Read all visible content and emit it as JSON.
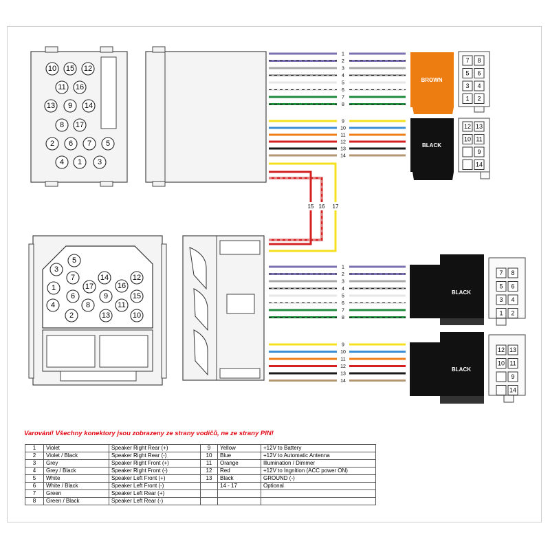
{
  "warning": "Varování! Všechny konektory jsou zobrazeny ze strany vodičů, ne ze strany PIN!",
  "colors": {
    "violet": "#7b6fb0",
    "grey": "#a8a8a8",
    "white": "#e6e6e6",
    "green": "#1e8a3c",
    "yellow": "#f5e020",
    "blue": "#3a8fd6",
    "orange": "#f07d16",
    "red": "#d42020",
    "black": "#1a1a1a",
    "tan": "#b59673",
    "brown_plug": "#ee7d11",
    "black_plug": "#111111"
  },
  "upper_wires_a": [
    "1",
    "2",
    "3",
    "4",
    "5",
    "6",
    "7",
    "8"
  ],
  "upper_wires_b": [
    "9",
    "10",
    "11",
    "12",
    "13",
    "14"
  ],
  "mid_wires": [
    "15",
    "16",
    "17"
  ],
  "lower_wires_a": [
    "1",
    "2",
    "3",
    "4",
    "5",
    "6",
    "7",
    "8"
  ],
  "lower_wires_b": [
    "9",
    "10",
    "11",
    "12",
    "13",
    "14"
  ],
  "plugs": {
    "brown": "BROWN",
    "black_top": "BLACK",
    "black_low_a": "BLACK",
    "black_low_b": "BLACK"
  },
  "iso_pins_a": [
    "7",
    "8",
    "5",
    "6",
    "3",
    "4",
    "1",
    "2"
  ],
  "iso_pins_b": [
    "12",
    "13",
    "10",
    "11",
    "",
    "9",
    "",
    "14"
  ],
  "quad_upper": [
    "10",
    "15",
    "12",
    "11",
    "16",
    "13",
    "9",
    "14",
    "8",
    "17",
    "2",
    "6",
    "7",
    "5",
    "4",
    "1",
    "3"
  ],
  "quad_lower": [
    "3",
    "5",
    "1",
    "7",
    "14",
    "12",
    "17",
    "16",
    "6",
    "9",
    "15",
    "4",
    "8",
    "11",
    "2",
    "13",
    "10"
  ],
  "legend": [
    {
      "n": "1",
      "c": "Violet",
      "d": "Speaker Right Rear (+)",
      "n2": "9",
      "c2": "Yellow",
      "d2": "+12V to Battery"
    },
    {
      "n": "2",
      "c": "Violet / Black",
      "d": "Speaker Right Rear (-)",
      "n2": "10",
      "c2": "Blue",
      "d2": "+12V to Automatic Antenna"
    },
    {
      "n": "3",
      "c": "Grey",
      "d": "Speaker Right Front (+)",
      "n2": "11",
      "c2": "Orange",
      "d2": "Illumination / Dimmer"
    },
    {
      "n": "4",
      "c": "Grey / Black",
      "d": "Speaker Right Front (-)",
      "n2": "12",
      "c2": "Red",
      "d2": "+12V to Ingnition (ACC power ON)"
    },
    {
      "n": "5",
      "c": "White",
      "d": "Speaker Left Front (+)",
      "n2": "13",
      "c2": "Black",
      "d2": "GROUND (-)"
    },
    {
      "n": "6",
      "c": "White / Black",
      "d": "Speaker Left Front (-)",
      "n2": "",
      "c2": "14 - 17",
      "d2": "Optional"
    },
    {
      "n": "7",
      "c": "Green",
      "d": "Speaker Left Rear (+)",
      "n2": "",
      "c2": "",
      "d2": ""
    },
    {
      "n": "8",
      "c": "Green / Black",
      "d": "Speaker Left Rear (-)",
      "n2": "",
      "c2": "",
      "d2": ""
    }
  ]
}
